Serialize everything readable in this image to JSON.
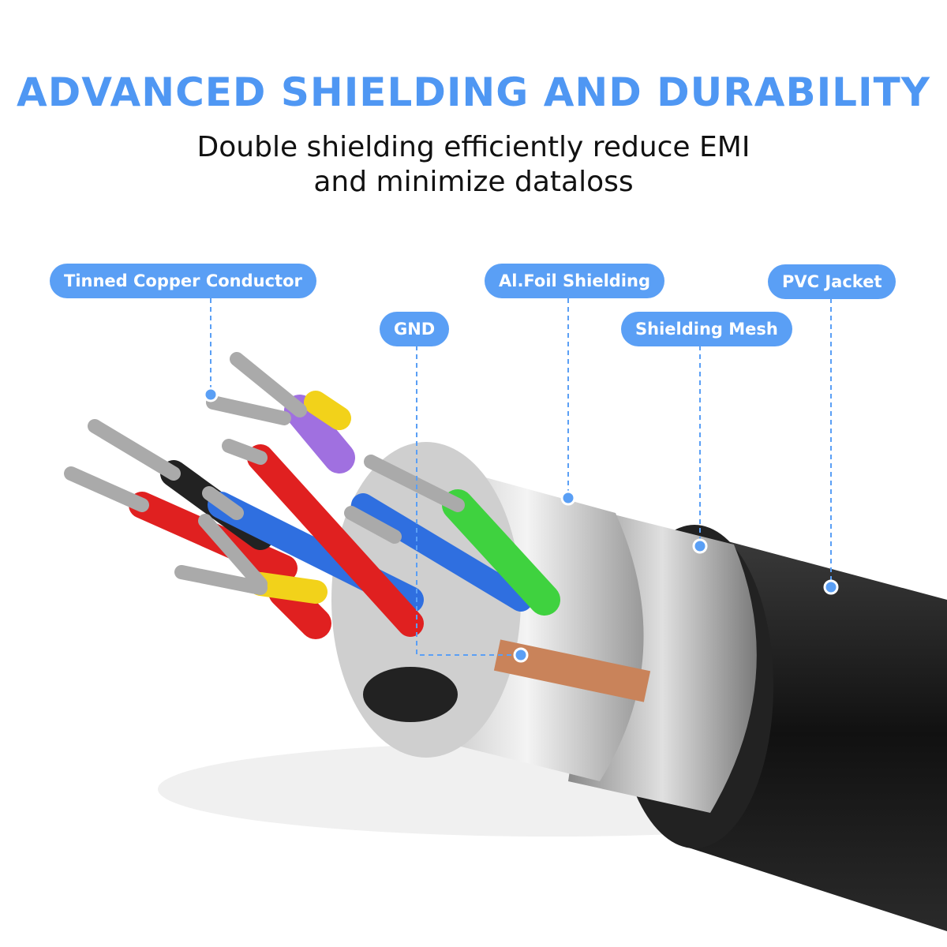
{
  "heading": "ADVANCED SHIELDING AND DURABILITY",
  "subheading": [
    "Double shielding efficiently reduce EMI",
    "and minimize dataloss"
  ],
  "labels": {
    "conductor": "Tinned Copper Conductor",
    "gnd": "GND",
    "foil": "Al.Foil Shielding",
    "mesh": "Shielding Mesh",
    "jacket": "PVC Jacket"
  },
  "colors": {
    "accent": "#5a9ff5",
    "title": "#4f97f3"
  }
}
